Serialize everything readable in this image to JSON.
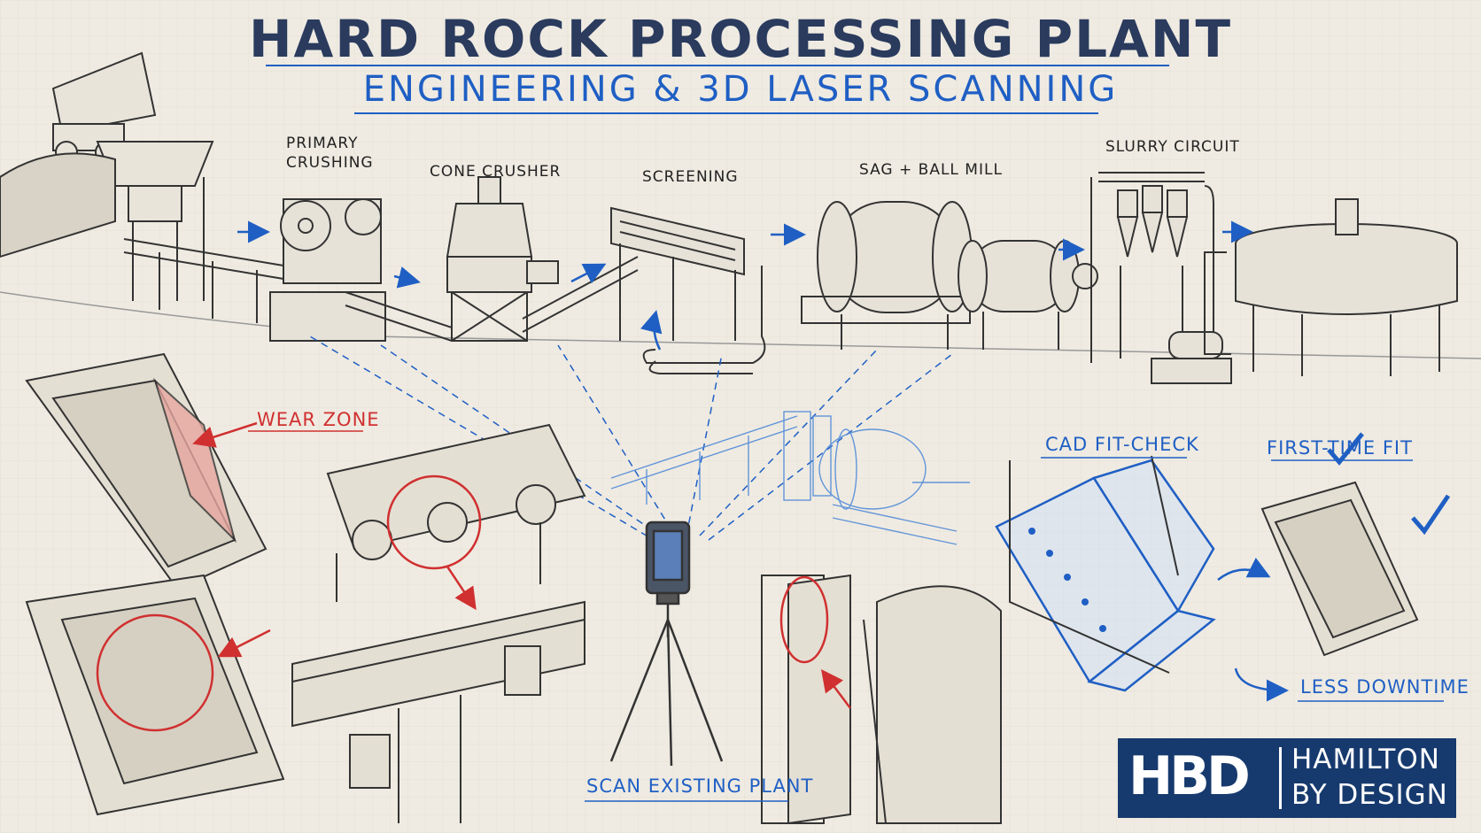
{
  "header": {
    "title": "HARD ROCK PROCESSING PLANT",
    "subtitle": "ENGINEERING & 3D LASER SCANNING"
  },
  "process_stages": {
    "primary_crushing_line1": "PRIMARY",
    "primary_crushing_line2": "CRUSHING",
    "cone_crusher": "CONE CRUSHER",
    "screening": "SCREENING",
    "sag_ball_mill": "SAG + BALL MILL",
    "slurry_circuit": "SLURRY CIRCUIT"
  },
  "callouts": {
    "wear_zone": "WEAR ZONE",
    "scan_existing_plant": "SCAN EXISTING PLANT",
    "cad_fit_check": "CAD FIT-CHECK",
    "first_time_fit": "FIRST-TIME FIT",
    "less_downtime": "LESS DOWNTIME"
  },
  "logo": {
    "mark": "HBD",
    "line1": "HAMILTON",
    "line2": "BY DESIGN"
  },
  "colors": {
    "paper": "#efebe2",
    "sketch": "#333333",
    "title": "#2a3b5e",
    "accent_blue": "#1f5fc4",
    "accent_red": "#d03030",
    "logo_bg": "#173a6e"
  }
}
